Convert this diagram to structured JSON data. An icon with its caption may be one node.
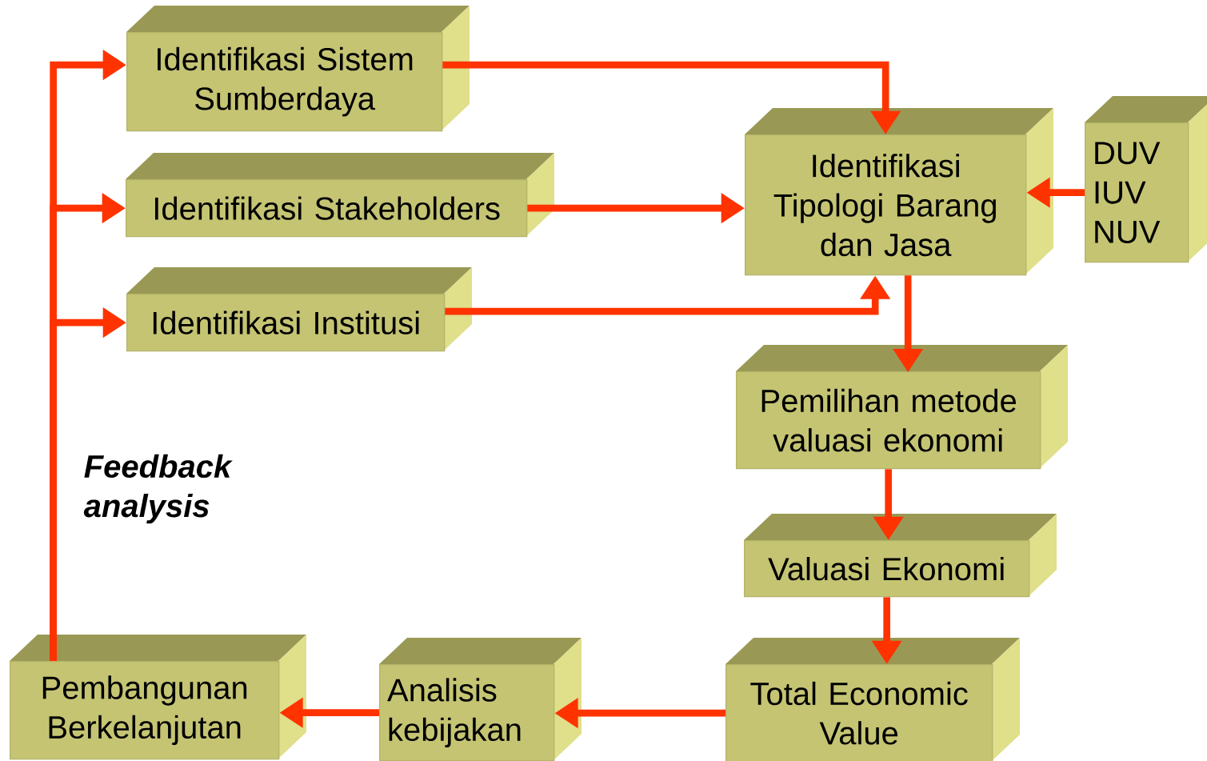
{
  "diagram": {
    "nodes": [
      {
        "text": [
          "Identifikasi Sistem Sumberdaya"
        ]
      },
      {
        "text": [
          "Identifikasi Stakeholders"
        ]
      },
      {
        "text": [
          "Identifikasi Institusi"
        ]
      },
      {
        "text": [
          "Identifikasi Tipologi Barang dan Jasa"
        ]
      },
      {
        "text": [
          "DUV IUV NUV"
        ]
      },
      {
        "text": [
          "Pemilihan metode valuasi ekonomi"
        ]
      },
      {
        "text": [
          "Valuasi Ekonomi"
        ]
      },
      {
        "text": [
          "Total Economic Value"
        ]
      },
      {
        "text": [
          "Analisis kebijakan"
        ]
      },
      {
        "text": [
          "Pembangunan Berkelanjutan"
        ]
      }
    ],
    "edges": [
      {
        "from": 0,
        "to": 3,
        "arrow": "to"
      },
      {
        "from": 1,
        "to": 3,
        "arrow": "to"
      },
      {
        "from": 2,
        "to": 3,
        "arrow": "to"
      },
      {
        "from": 4,
        "to": 3,
        "arrow": "to"
      },
      {
        "from": 3,
        "to": 5,
        "arrow": "to"
      },
      {
        "from": 5,
        "to": 6,
        "arrow": "to"
      },
      {
        "from": 6,
        "to": 7,
        "arrow": "to"
      },
      {
        "from": 7,
        "to": 8,
        "arrow": "to"
      },
      {
        "from": 8,
        "to": 9,
        "arrow": "to"
      },
      {
        "from": 9,
        "to": 0,
        "arrow": "to"
      },
      {
        "from": 9,
        "to": 1,
        "arrow": "to"
      },
      {
        "from": 9,
        "to": 2,
        "arrow": "to"
      }
    ],
    "labels": [
      "Feedback analysis"
    ]
  }
}
